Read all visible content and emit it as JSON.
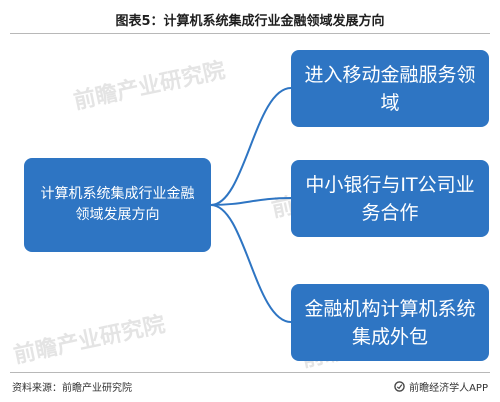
{
  "figure": {
    "title": "图表5：计算机系统集成行业金融领域发展方向",
    "root": "计算机系统集成行业金融领域发展方向",
    "branches": [
      "进入移动金融服务领域",
      "中小银行与IT公司业务合作",
      "金融机构计算机系统集成外包"
    ]
  },
  "footer": {
    "source": "资料来源：前瞻产业研究院",
    "brand": "前瞻经济学人APP"
  },
  "watermark": {
    "text": "前瞻产业研究院"
  },
  "colors": {
    "box": "#2e75c3",
    "connector": "#2e75c3"
  }
}
